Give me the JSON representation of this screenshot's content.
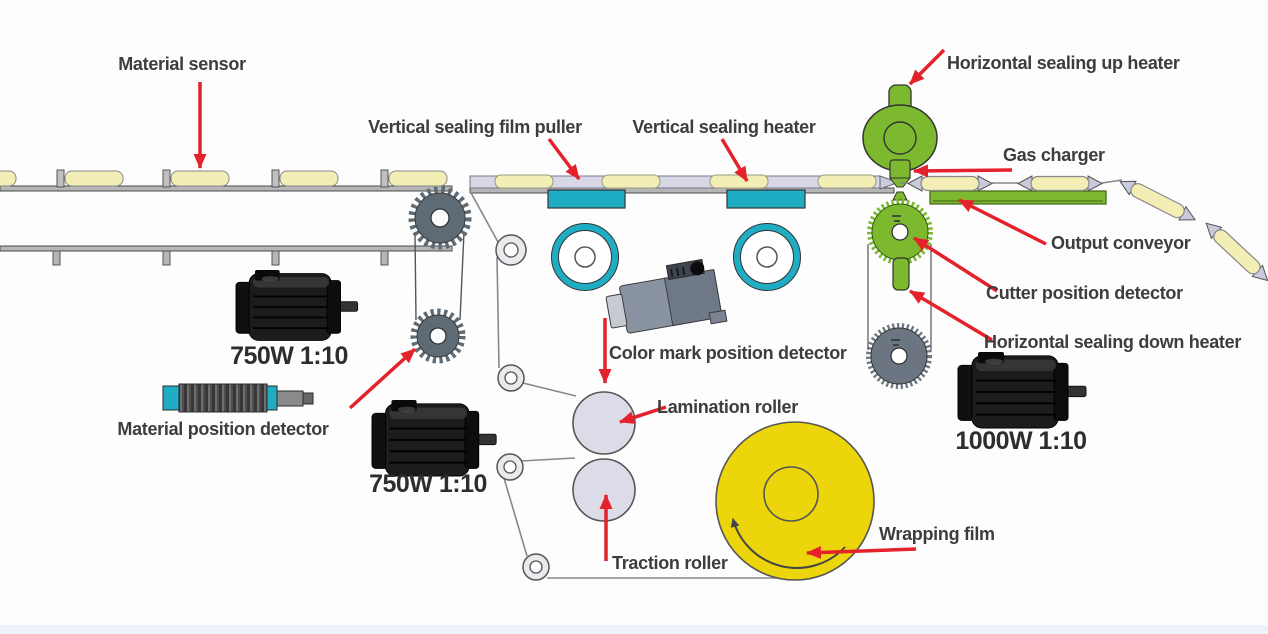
{
  "diagram": {
    "labels": {
      "material_sensor": "Material sensor",
      "vertical_sealing_film_puller": "Vertical sealing film puller",
      "vertical_sealing_heater": "Vertical sealing heater",
      "horizontal_sealing_up_heater": "Horizontal sealing up heater",
      "gas_charger": "Gas charger",
      "output_conveyor": "Output conveyor",
      "cutter_position_detector": "Cutter position detector",
      "horizontal_sealing_down_heater": "Horizontal sealing down heater",
      "color_mark_position_detector": "Color mark position detector",
      "lamination_roller": "Lamination roller",
      "traction_roller": "Traction roller",
      "wrapping_film": "Wrapping film",
      "material_position_detector": "Material position detector",
      "motor_left": "750W 1:10",
      "motor_middle": "750W 1:10",
      "motor_right": "1000W 1:10"
    },
    "colors": {
      "arrow_red": "#e4222b",
      "machine_green": "#7cb92e",
      "sealing_teal": "#1fadc4",
      "film_lavender": "#d7d7e6",
      "product_cream": "#f2eeb6",
      "film_roll_yellow": "#ecd50a",
      "gear_gray": "#5e6b74",
      "roller_gray": "#dcdce8",
      "label_text": "#3d3d3d",
      "footer_band": "#ecf1fa"
    }
  }
}
